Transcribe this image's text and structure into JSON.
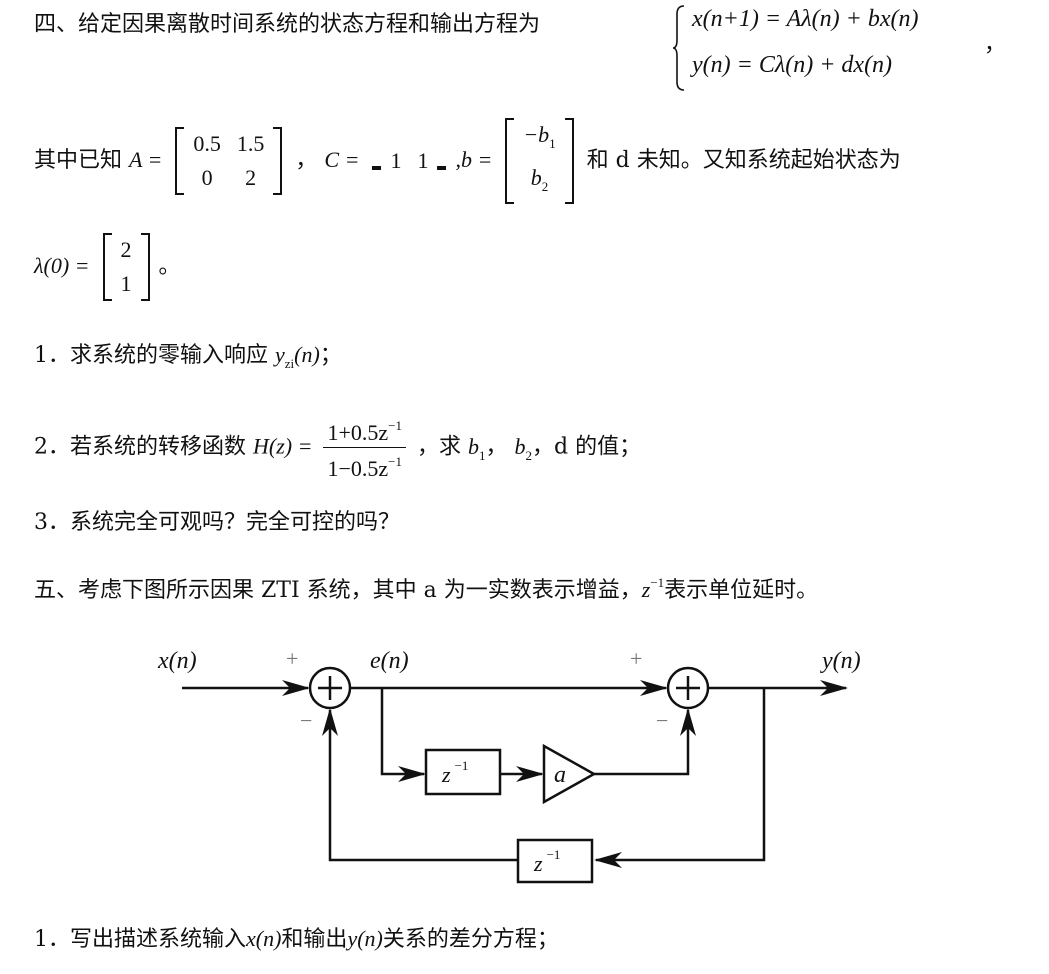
{
  "section4": {
    "intro": "四、给定因果离散时间系统的状态方程和输出方程为",
    "eq1": "x(n+1) = Aλ(n) + bx(n)",
    "eq2": "y(n) = Cλ(n) + dx(n)",
    "trail_comma": "，",
    "known_prefix": "其中已知",
    "A_label": "A =",
    "A": [
      [
        "0.5",
        "1.5"
      ],
      [
        "0",
        "2"
      ]
    ],
    "C_sep": "，",
    "C_label": "C =",
    "C": [
      "1",
      "1"
    ],
    "b_label": ",b =",
    "b": [
      "−b",
      "b"
    ],
    "b_subs": [
      "1",
      "2"
    ],
    "known_suffix": "和 d 未知。又知系统起始状态为",
    "lambda0_label": "λ(0) =",
    "lambda0": [
      "2",
      "1"
    ],
    "lambda0_end": "。",
    "q1_prefix": "1．求系统的零输入响应",
    "q1_y": "y",
    "q1_sub": "zi",
    "q1_arg": "(n)",
    "q1_end": "；",
    "q2_prefix": "2．若系统的转移函数",
    "q2_H": "H(z) =",
    "q2_num": "1+0.5z",
    "q2_den": "1−0.5z",
    "q2_exp": "−1",
    "q2_mid": "，求",
    "q2_b": "b",
    "q2_b1": "1",
    "q2_sep1": "，",
    "q2_b2": "2",
    "q2_sep2": "，d 的值；",
    "q3": "3．系统完全可观吗？完全可控的吗？"
  },
  "section5": {
    "intro_a": "五、考虑下图所示因果 ZTI 系统，其中 a 为一实数表示增益，",
    "intro_z": "z",
    "intro_exp": "−1",
    "intro_b": "表示单位延时。",
    "q1_prefix": "1．写出描述系统输入",
    "q1_x": "x(n)",
    "q1_mid": "和输出",
    "q1_y": "y(n)",
    "q1_end": "关系的差分方程；"
  },
  "diagram": {
    "label_x": "x(n)",
    "label_e": "e(n)",
    "label_y": "y(n)",
    "plus1": "+",
    "minus1": "−",
    "plus2": "+",
    "minus2": "−",
    "delay1": "z",
    "delay1_exp": "−1",
    "gain": "a",
    "delay2": "z",
    "delay2_exp": "−1"
  }
}
